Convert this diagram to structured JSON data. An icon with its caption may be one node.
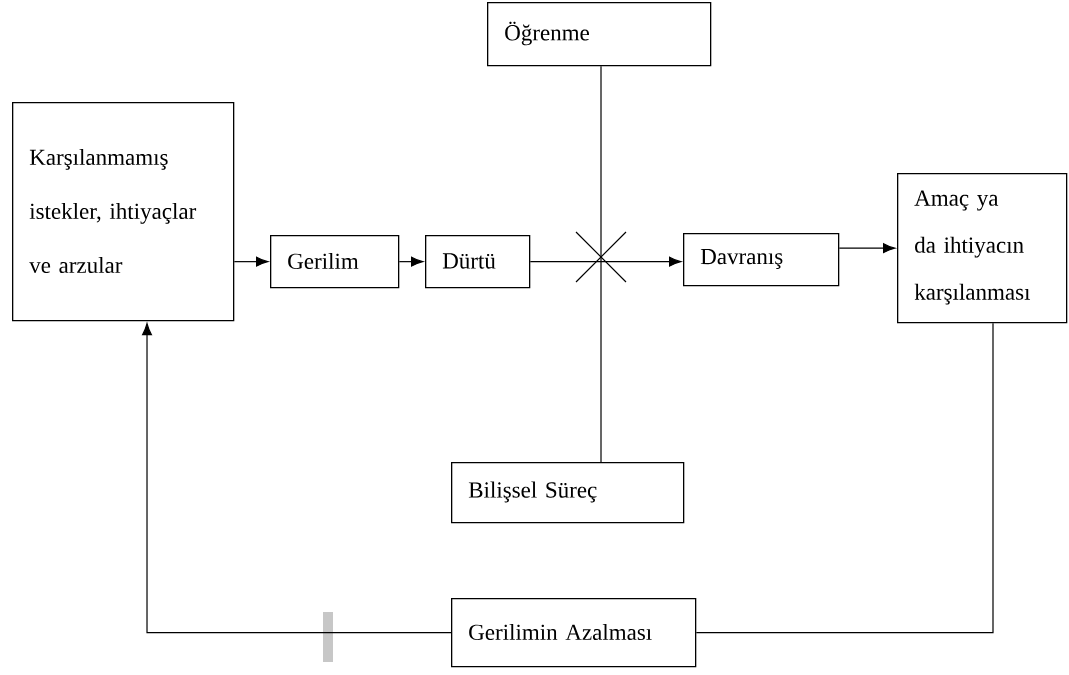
{
  "diagram": {
    "nodes": [
      {
        "text": [
          "Karşılanmamış istekler, ihtiyaçlar ve arzular"
        ]
      },
      {
        "text": [
          "Gerilim"
        ]
      },
      {
        "text": [
          "Dürtü"
        ]
      },
      {
        "text": [
          "Öğrenme"
        ]
      },
      {
        "text": [
          "Davranış"
        ]
      },
      {
        "text": [
          "Amaç ya da ihtiyacın karşılanması"
        ]
      },
      {
        "text": [
          "Bilişsel Süreç"
        ]
      },
      {
        "text": [
          "Gerilimin Azalması"
        ]
      }
    ],
    "edges": [
      {
        "from": 0,
        "to": 1,
        "arrow": "to"
      },
      {
        "from": 1,
        "to": 2,
        "arrow": "to"
      },
      {
        "from": 2,
        "to": 4,
        "arrow": "to"
      },
      {
        "from": 4,
        "to": 5,
        "arrow": "to"
      },
      {
        "from": 3,
        "to": 6,
        "arrow": "none"
      },
      {
        "from": 5,
        "to": 7,
        "arrow": "none"
      },
      {
        "from": 7,
        "to": 0,
        "arrow": "to"
      }
    ]
  }
}
